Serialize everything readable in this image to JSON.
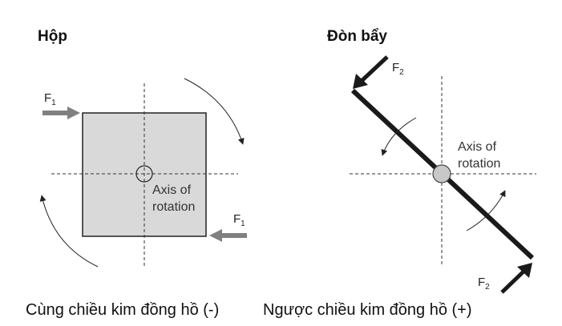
{
  "left": {
    "title": "Hộp",
    "axis_label_line1": "Axis of",
    "axis_label_line2": "rotation",
    "force_top": "F",
    "force_top_sub": "1",
    "force_bottom": "F",
    "force_bottom_sub": "1",
    "caption": "Cùng chiều kim đồng hồ (-)"
  },
  "right": {
    "title": "Đòn bẩy",
    "axis_label_line1": "Axis of",
    "axis_label_line2": "rotation",
    "force_top": "F",
    "force_top_sub": "2",
    "force_bottom": "F",
    "force_bottom_sub": "2",
    "caption": "Ngược chiều kim đồng hồ (+)"
  },
  "colors": {
    "box_fill": "#d9d9d9",
    "force_arrow": "#808080",
    "lever": "#1a1a1a",
    "pivot": "#c8c8c8"
  }
}
